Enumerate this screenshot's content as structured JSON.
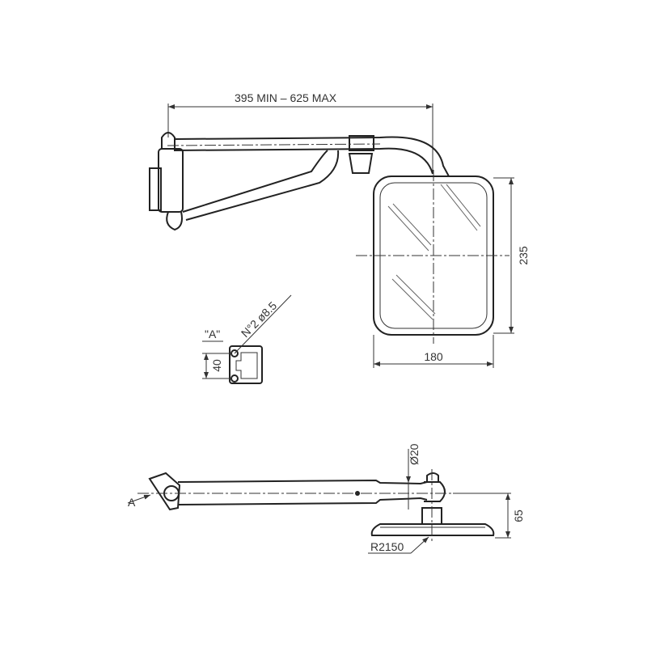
{
  "dimensions": {
    "arm_length": "395 MIN – 625 MAX",
    "mirror_height": "235",
    "mirror_width": "180",
    "section_label": "\"A\"",
    "holes": "N°2 ø8.5",
    "hole_spacing": "40",
    "tube_diameter": "Ø20",
    "depth": "65",
    "radius": "R2150",
    "view_arrow": "A"
  }
}
